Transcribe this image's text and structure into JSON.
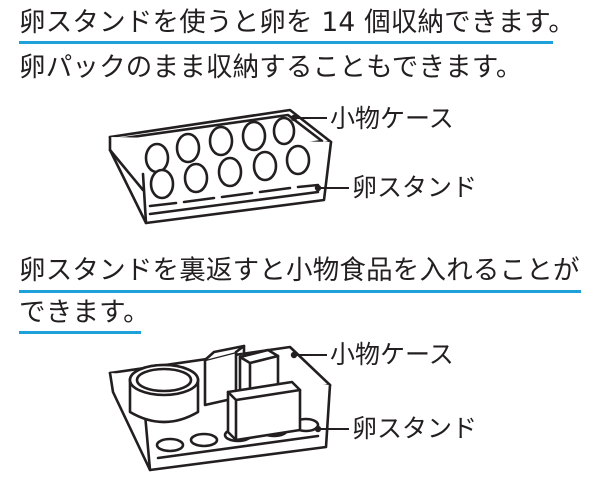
{
  "accent": "#1da1d8",
  "section1": {
    "line1": "卵スタンドを使うと卵を 14 個収納できます。",
    "line2": "卵パックのまま収納することもできます。",
    "label_case": "小物ケース",
    "label_stand": "卵スタンド"
  },
  "section2": {
    "line1": "卵スタンドを裏返すと小物食品を入れることが",
    "line2": "できます。",
    "label_case": "小物ケース",
    "label_stand": "卵スタンド"
  }
}
